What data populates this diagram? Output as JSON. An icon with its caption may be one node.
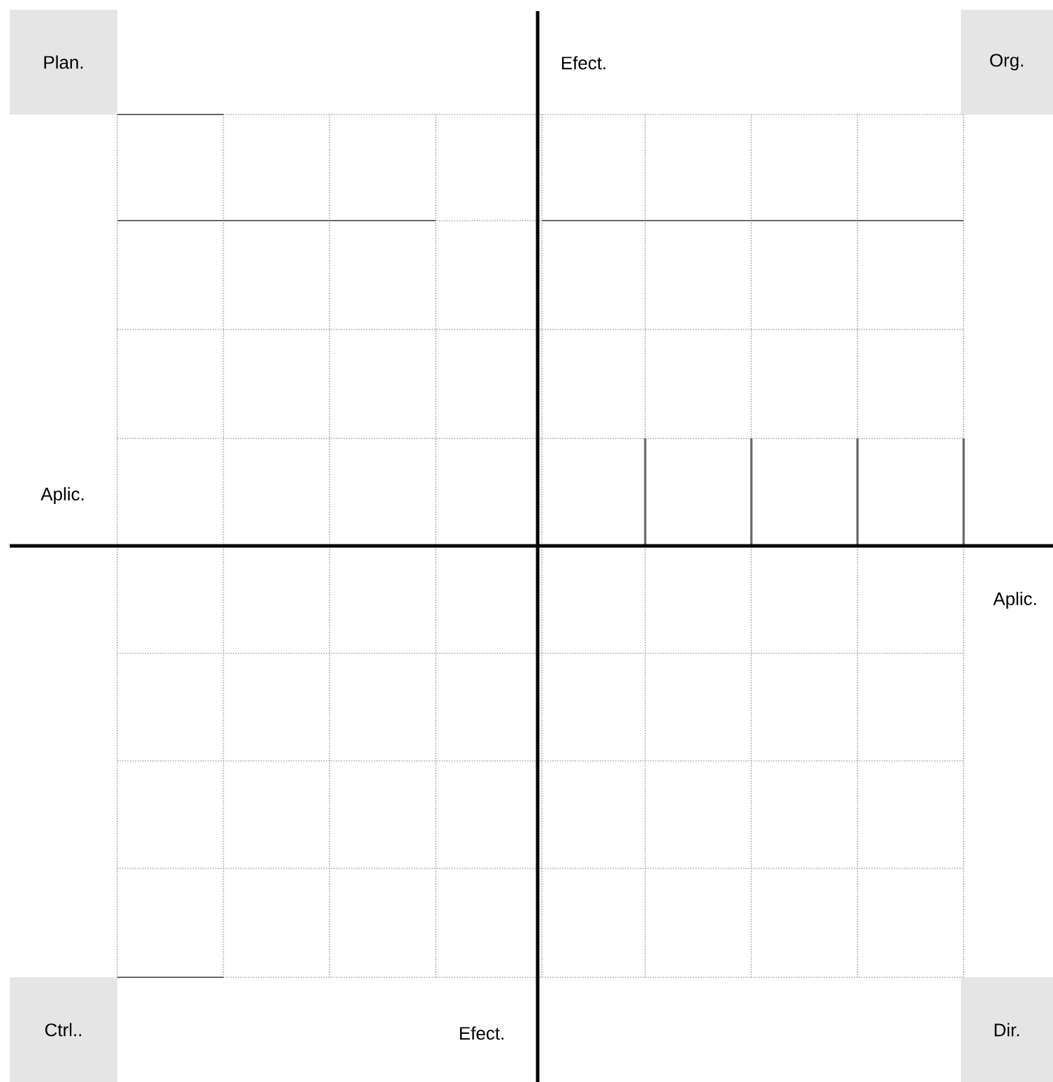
{
  "diagram": {
    "nodes": [
      {
        "text": [
          "Plan."
        ]
      },
      {
        "text": [
          "Org."
        ]
      },
      {
        "text": [
          "Ctrl.."
        ]
      },
      {
        "text": [
          "Dir."
        ]
      }
    ],
    "labels": [
      "Efect.",
      "Aplic.",
      "Aplic.",
      "Efect."
    ]
  }
}
